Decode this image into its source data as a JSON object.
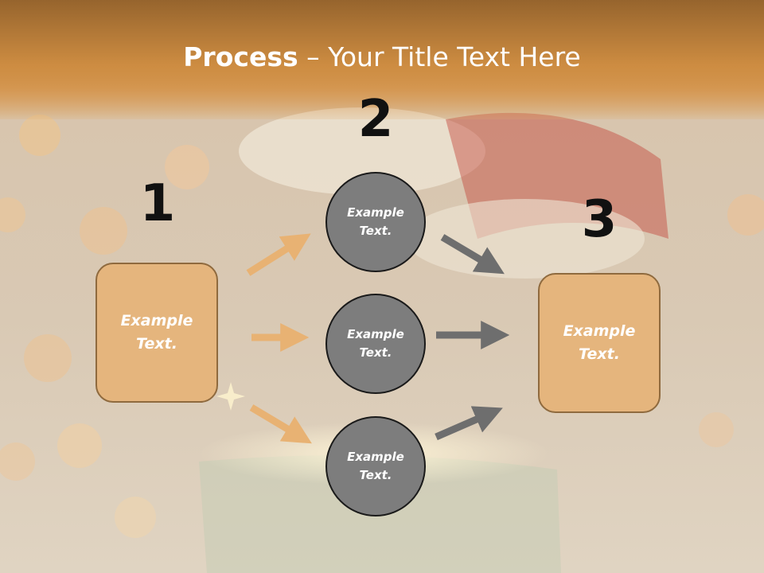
{
  "title": {
    "bold": "Process",
    "rest": " – Your Title Text Here"
  },
  "steps": {
    "one": {
      "number": "1",
      "text": "Example Text."
    },
    "two": {
      "number": "2"
    },
    "three": {
      "number": "3",
      "text": "Example Text."
    }
  },
  "circles": [
    {
      "text": "Example Text."
    },
    {
      "text": "Example Text."
    },
    {
      "text": "Example Text."
    }
  ],
  "colors": {
    "box_fill": "#e5b57d",
    "circle_fill": "#7d7d7d",
    "orange_arrow": "#e8b273",
    "gray_arrow": "#6e6e6e",
    "title_band": "#c88a40"
  }
}
